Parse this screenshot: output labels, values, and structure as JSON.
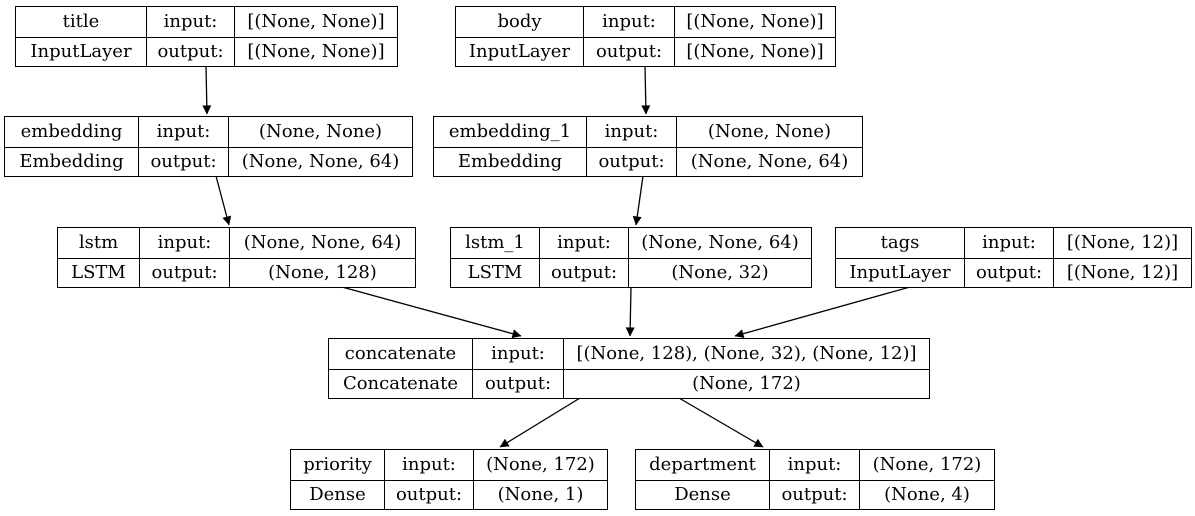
{
  "diagram": {
    "kind": "keras-model-plot",
    "colors": {
      "background": "#ffffff",
      "line": "#000000",
      "text": "#000000"
    },
    "nodes": [
      {
        "name": "title",
        "class_name": "InputLayer",
        "input_label": "input:",
        "output_label": "output:",
        "input_value": "[(None, None)]",
        "output_value": "[(None, None)]"
      },
      {
        "name": "body",
        "class_name": "InputLayer",
        "input_label": "input:",
        "output_label": "output:",
        "input_value": "[(None, None)]",
        "output_value": "[(None, None)]"
      },
      {
        "name": "embedding",
        "class_name": "Embedding",
        "input_label": "input:",
        "output_label": "output:",
        "input_value": "(None, None)",
        "output_value": "(None, None, 64)"
      },
      {
        "name": "embedding_1",
        "class_name": "Embedding",
        "input_label": "input:",
        "output_label": "output:",
        "input_value": "(None, None)",
        "output_value": "(None, None, 64)"
      },
      {
        "name": "lstm",
        "class_name": "LSTM",
        "input_label": "input:",
        "output_label": "output:",
        "input_value": "(None, None, 64)",
        "output_value": "(None, 128)"
      },
      {
        "name": "lstm_1",
        "class_name": "LSTM",
        "input_label": "input:",
        "output_label": "output:",
        "input_value": "(None, None, 64)",
        "output_value": "(None, 32)"
      },
      {
        "name": "tags",
        "class_name": "InputLayer",
        "input_label": "input:",
        "output_label": "output:",
        "input_value": "[(None, 12)]",
        "output_value": "[(None, 12)]"
      },
      {
        "name": "concatenate",
        "class_name": "Concatenate",
        "input_label": "input:",
        "output_label": "output:",
        "input_value": "[(None, 128), (None, 32), (None, 12)]",
        "output_value": "(None, 172)"
      },
      {
        "name": "priority",
        "class_name": "Dense",
        "input_label": "input:",
        "output_label": "output:",
        "input_value": "(None, 172)",
        "output_value": "(None, 1)"
      },
      {
        "name": "department",
        "class_name": "Dense",
        "input_label": "input:",
        "output_label": "output:",
        "input_value": "(None, 172)",
        "output_value": "(None, 4)"
      }
    ],
    "edges": [
      {
        "from": "title",
        "to": "embedding"
      },
      {
        "from": "body",
        "to": "embedding_1"
      },
      {
        "from": "embedding",
        "to": "lstm"
      },
      {
        "from": "embedding_1",
        "to": "lstm_1"
      },
      {
        "from": "lstm",
        "to": "concatenate"
      },
      {
        "from": "lstm_1",
        "to": "concatenate"
      },
      {
        "from": "tags",
        "to": "concatenate"
      },
      {
        "from": "concatenate",
        "to": "priority"
      },
      {
        "from": "concatenate",
        "to": "department"
      }
    ]
  }
}
